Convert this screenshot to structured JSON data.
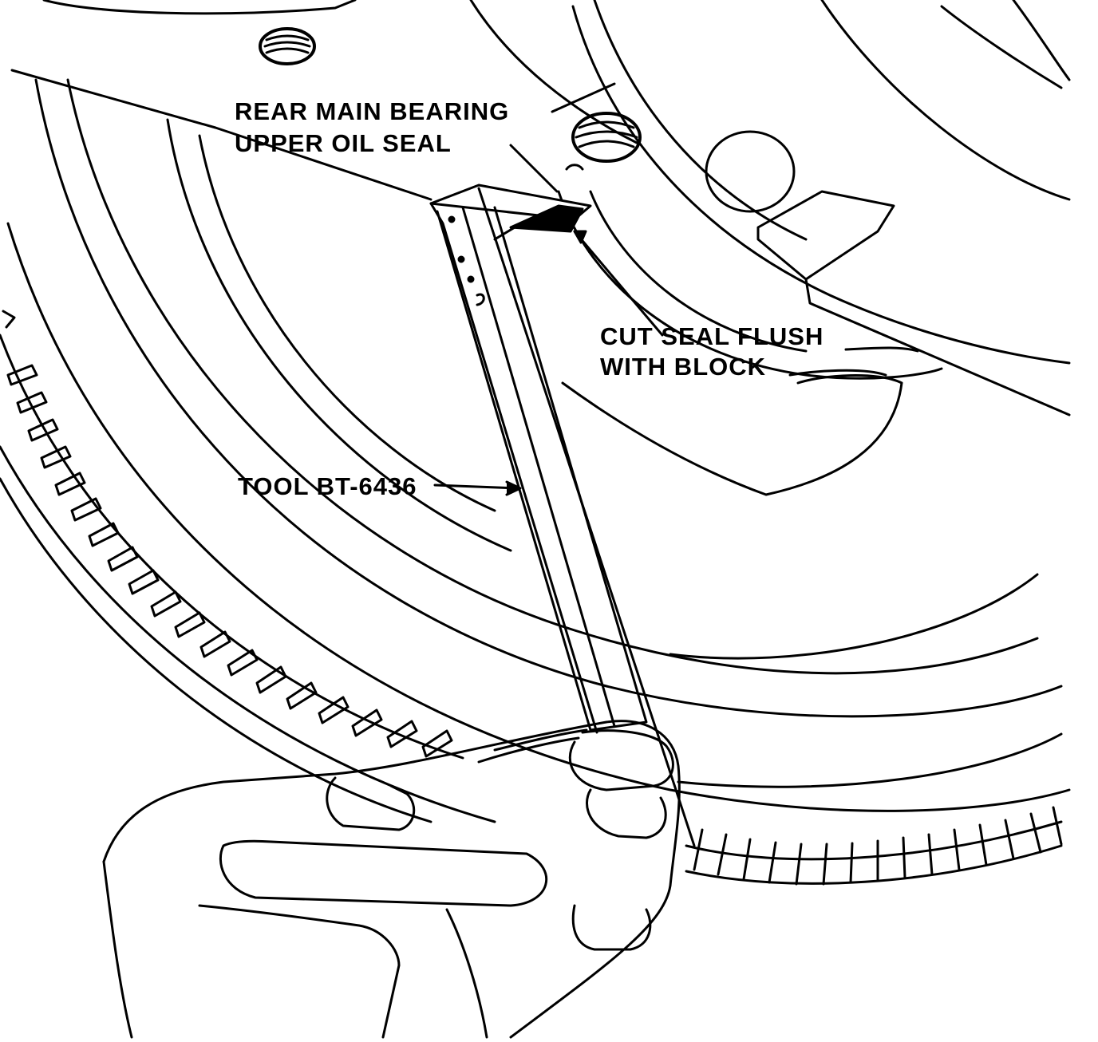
{
  "labels": {
    "seal_line1": "REAR MAIN BEARING",
    "seal_line2": "UPPER OIL SEAL",
    "cut_line1": "CUT SEAL FLUSH",
    "cut_line2": "WITH BLOCK",
    "tool": "TOOL BT-6436"
  },
  "colors": {
    "ink": "#000000",
    "paper": "#ffffff"
  }
}
